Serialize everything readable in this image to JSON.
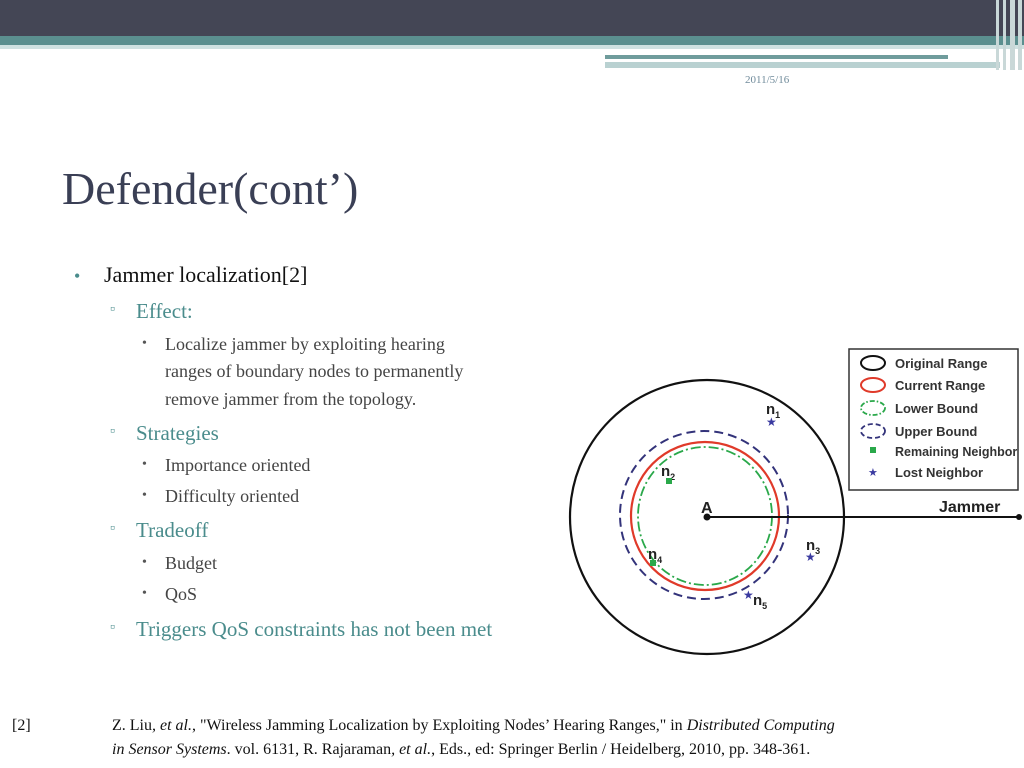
{
  "header": {
    "date": "2011/5/16"
  },
  "slide": {
    "title": "Defender(cont’)",
    "bullets": [
      {
        "level": 1,
        "text": "Jammer localization[2]"
      },
      {
        "level": 2,
        "text": "Effect:"
      },
      {
        "level": 3,
        "lines": [
          "Localize jammer by exploiting hearing",
          "ranges of boundary nodes to permanently",
          "remove jammer from the topology."
        ]
      },
      {
        "level": 2,
        "text": "Strategies"
      },
      {
        "level": 3,
        "text": "Importance oriented"
      },
      {
        "level": 3,
        "text": "Difficulty oriented"
      },
      {
        "level": 2,
        "text": "Tradeoff"
      },
      {
        "level": 3,
        "text": "Budget"
      },
      {
        "level": 3,
        "text": "QoS"
      },
      {
        "level": 2,
        "text": "Triggers QoS constraints has not been met"
      }
    ]
  },
  "diagram": {
    "legend": [
      {
        "label": "Original Range",
        "symbol": "circle-outline",
        "color": "#111111"
      },
      {
        "label": "Current Range",
        "symbol": "circle-outline",
        "color": "#e03a2a"
      },
      {
        "label": "Lower Bound",
        "symbol": "dash-dot-ellipse",
        "color": "#2aa84a"
      },
      {
        "label": "Upper Bound",
        "symbol": "dashed-ellipse",
        "color": "#3a3a8a"
      },
      {
        "label": "Remaining Neighbor",
        "symbol": "square",
        "color": "#2aa84a"
      },
      {
        "label": "Lost Neighbor",
        "symbol": "star",
        "color": "#3a3aa0"
      }
    ],
    "center_label": "A",
    "jammer_label": "Jammer",
    "nodes": [
      {
        "label": "n",
        "sub": "1",
        "type": "lost"
      },
      {
        "label": "n",
        "sub": "2",
        "type": "remaining"
      },
      {
        "label": "n",
        "sub": "3",
        "type": "lost"
      },
      {
        "label": "n",
        "sub": "4",
        "type": "remaining"
      },
      {
        "label": "n",
        "sub": "5",
        "type": "lost"
      }
    ]
  },
  "reference": {
    "tag": "[2]",
    "line1": [
      {
        "t": "Z. Liu",
        "i": false
      },
      {
        "t": ", et al.",
        "i": true
      },
      {
        "t": ", \"Wireless Jamming Localization by Exploiting Nodes’ Hearing Ranges,\" in ",
        "i": false
      },
      {
        "t": "Distributed Computing",
        "i": true
      }
    ],
    "line2": [
      {
        "t": "in Sensor Systems",
        "i": true
      },
      {
        "t": ". vol. 6131, R. Rajaraman",
        "i": false
      },
      {
        "t": ", et al.",
        "i": true
      },
      {
        "t": ", Eds., ed: Springer Berlin / Heidelberg, 2010, pp. 348-361.",
        "i": false
      }
    ]
  }
}
